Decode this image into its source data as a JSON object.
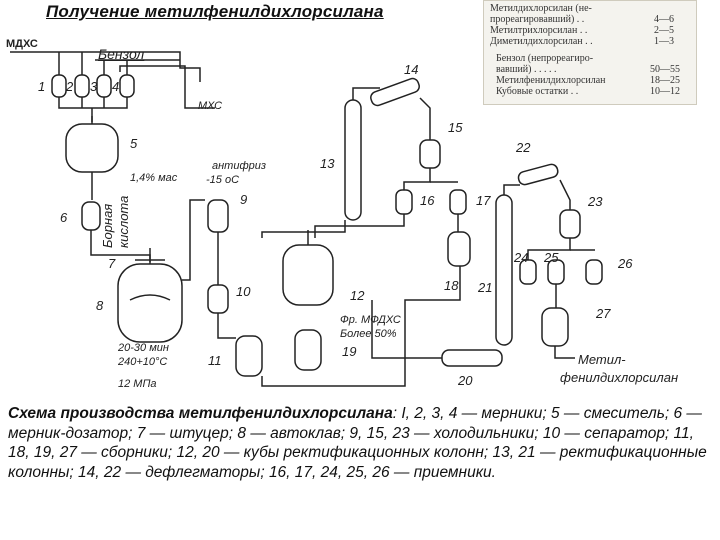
{
  "title": "Получение метилфенилдихлорсилана",
  "composition": {
    "rows": [
      {
        "name": "Метилдихлорсилан (не-",
        "value": ""
      },
      {
        "name": "прореагировавший) . .",
        "value": "4—6"
      },
      {
        "name": "Метилтрихлорсилан . .",
        "value": "2—5"
      },
      {
        "name": "Диметилдихлорсилан . .",
        "value": "1—3"
      },
      {
        "name": "Бензол (непрореагиро-",
        "value": ""
      },
      {
        "name": "вавший) . . . . .",
        "value": "50—55"
      },
      {
        "name": "Метилфенилдихлорсилан",
        "value": "18—25"
      },
      {
        "name": "Кубовые остатки . .",
        "value": "10—12"
      }
    ]
  },
  "labels": {
    "mdhs": "МДХС",
    "benzol": "Бензол",
    "mhs": "МХС",
    "percent": "1,4% мас",
    "antifreeze_1": "антифриз",
    "antifreeze_2": "-15 оС",
    "boric_acid_1": "Борная",
    "boric_acid_2": "кислота",
    "fraction_1": "Фр. МФДХС",
    "fraction_2": "Более 50%",
    "time": "20-30 мин",
    "temp": "240+10°С",
    "pressure": "12 МПа",
    "product_1": "Метил-",
    "product_2": "фенилдихлорсилан"
  },
  "numbers": [
    "1",
    "2",
    "3",
    "4",
    "5",
    "6",
    "7",
    "8",
    "9",
    "10",
    "11",
    "12",
    "13",
    "14",
    "15",
    "16",
    "17",
    "18",
    "19",
    "20",
    "21",
    "22",
    "23",
    "24",
    "25",
    "26",
    "27"
  ],
  "caption": {
    "title": "Схема производства метилфенилдихлорсилана",
    "text": ": I, 2, 3, 4 — мерники; 5 — смеситель; 6 — мерник-дозатор; 7 — штуцер; 8 — автоклав; 9, 15, 23 — холодильники; 10 — сепаратор; 11, 18, 19, 27 — сборники; 12, 20 — кубы ректификационных колонн; 13, 21 — ректификационные колонны; 14, 22 — дефлегматоры; 16, 17, 24, 25, 26 — приемники."
  }
}
